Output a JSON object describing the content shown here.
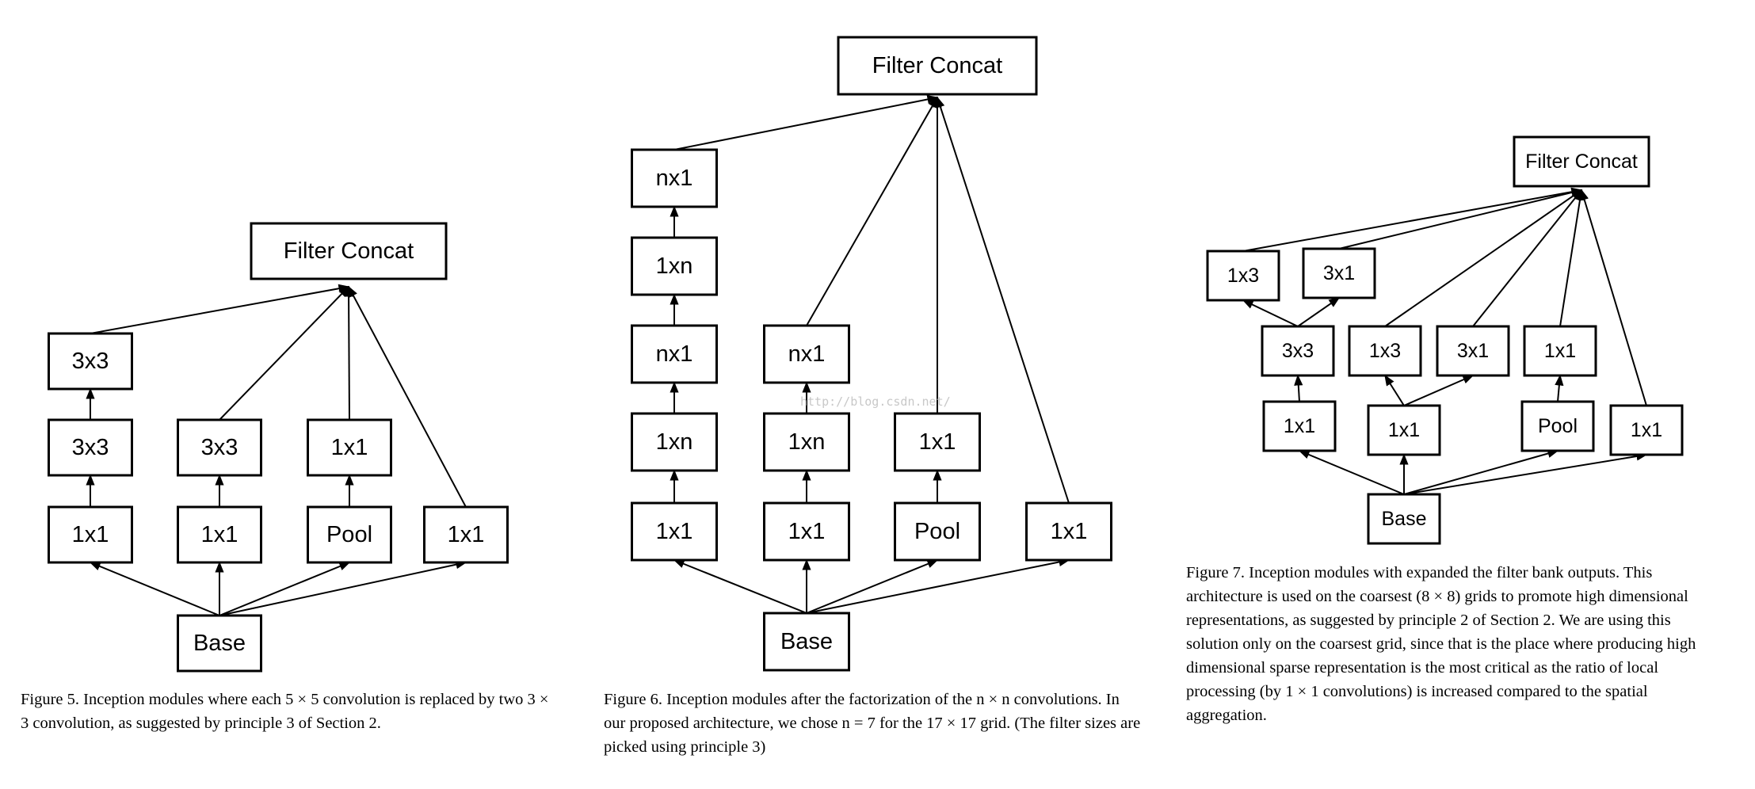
{
  "figures": [
    {
      "id": "fig5",
      "caption": "Figure 5. Inception modules where each 5 × 5 convolution is replaced by two 3 × 3 convolution, as suggested by principle 3 of Section 2.",
      "nodes": [
        {
          "id": "concat",
          "label": "Filter Concat"
        },
        {
          "id": "a3",
          "label": "3x3"
        },
        {
          "id": "a2",
          "label": "3x3"
        },
        {
          "id": "a1",
          "label": "1x1"
        },
        {
          "id": "b2",
          "label": "3x3"
        },
        {
          "id": "b1",
          "label": "1x1"
        },
        {
          "id": "c2",
          "label": "1x1"
        },
        {
          "id": "c1",
          "label": "Pool"
        },
        {
          "id": "d1",
          "label": "1x1"
        },
        {
          "id": "base",
          "label": "Base"
        }
      ],
      "edges": [
        [
          "base",
          "a1"
        ],
        [
          "base",
          "b1"
        ],
        [
          "base",
          "c1"
        ],
        [
          "base",
          "d1"
        ],
        [
          "a1",
          "a2"
        ],
        [
          "a2",
          "a3"
        ],
        [
          "b1",
          "b2"
        ],
        [
          "c1",
          "c2"
        ],
        [
          "a3",
          "concat"
        ],
        [
          "b2",
          "concat"
        ],
        [
          "c2",
          "concat"
        ],
        [
          "d1",
          "concat"
        ]
      ]
    },
    {
      "id": "fig6",
      "caption": "Figure 6. Inception modules after the factorization of the n × n convolutions. In our proposed architecture, we chose n = 7 for the 17 × 17 grid. (The filter sizes are picked using principle 3)",
      "nodes": [
        {
          "id": "concat",
          "label": "Filter Concat"
        },
        {
          "id": "a5",
          "label": "nx1"
        },
        {
          "id": "a4",
          "label": "1xn"
        },
        {
          "id": "a3",
          "label": "nx1"
        },
        {
          "id": "a2",
          "label": "1xn"
        },
        {
          "id": "a1",
          "label": "1x1"
        },
        {
          "id": "b3",
          "label": "nx1"
        },
        {
          "id": "b2",
          "label": "1xn"
        },
        {
          "id": "b1",
          "label": "1x1"
        },
        {
          "id": "c2",
          "label": "1x1"
        },
        {
          "id": "c1",
          "label": "Pool"
        },
        {
          "id": "d1",
          "label": "1x1"
        },
        {
          "id": "base",
          "label": "Base"
        }
      ],
      "edges": [
        [
          "base",
          "a1"
        ],
        [
          "base",
          "b1"
        ],
        [
          "base",
          "c1"
        ],
        [
          "base",
          "d1"
        ],
        [
          "a1",
          "a2"
        ],
        [
          "a2",
          "a3"
        ],
        [
          "a3",
          "a4"
        ],
        [
          "a4",
          "a5"
        ],
        [
          "b1",
          "b2"
        ],
        [
          "b2",
          "b3"
        ],
        [
          "c1",
          "c2"
        ],
        [
          "a5",
          "concat"
        ],
        [
          "b3",
          "concat"
        ],
        [
          "c2",
          "concat"
        ],
        [
          "d1",
          "concat"
        ]
      ]
    },
    {
      "id": "fig7",
      "caption": "Figure 7. Inception modules with expanded the filter bank outputs. This architecture is used on the coarsest (8 × 8) grids to promote high dimensional representations, as suggested by principle 2 of Section 2. We are using this solution only on the coarsest grid, since that is the place where producing high dimensional sparse representation is the most critical as the ratio of local processing (by 1 × 1 convolutions) is increased compared to the spatial aggregation.",
      "nodes": [
        {
          "id": "concat",
          "label": "Filter Concat"
        },
        {
          "id": "t1",
          "label": "1x3"
        },
        {
          "id": "t2",
          "label": "3x1"
        },
        {
          "id": "m1",
          "label": "3x3"
        },
        {
          "id": "m2",
          "label": "1x3"
        },
        {
          "id": "m3",
          "label": "3x1"
        },
        {
          "id": "m4",
          "label": "1x1"
        },
        {
          "id": "l1",
          "label": "1x1"
        },
        {
          "id": "l2",
          "label": "1x1"
        },
        {
          "id": "l3",
          "label": "Pool"
        },
        {
          "id": "l4",
          "label": "1x1"
        },
        {
          "id": "base",
          "label": "Base"
        }
      ],
      "edges": [
        [
          "base",
          "l1"
        ],
        [
          "base",
          "l2"
        ],
        [
          "base",
          "l3"
        ],
        [
          "base",
          "l4"
        ],
        [
          "l1",
          "m1"
        ],
        [
          "l2",
          "m2"
        ],
        [
          "l2",
          "m3"
        ],
        [
          "l3",
          "m4"
        ],
        [
          "m1",
          "t1"
        ],
        [
          "m1",
          "t2"
        ],
        [
          "t1",
          "concat"
        ],
        [
          "t2",
          "concat"
        ],
        [
          "m2",
          "concat"
        ],
        [
          "m3",
          "concat"
        ],
        [
          "m4",
          "concat"
        ],
        [
          "l4",
          "concat"
        ]
      ]
    }
  ],
  "watermark": "http://blog.csdn.net/"
}
